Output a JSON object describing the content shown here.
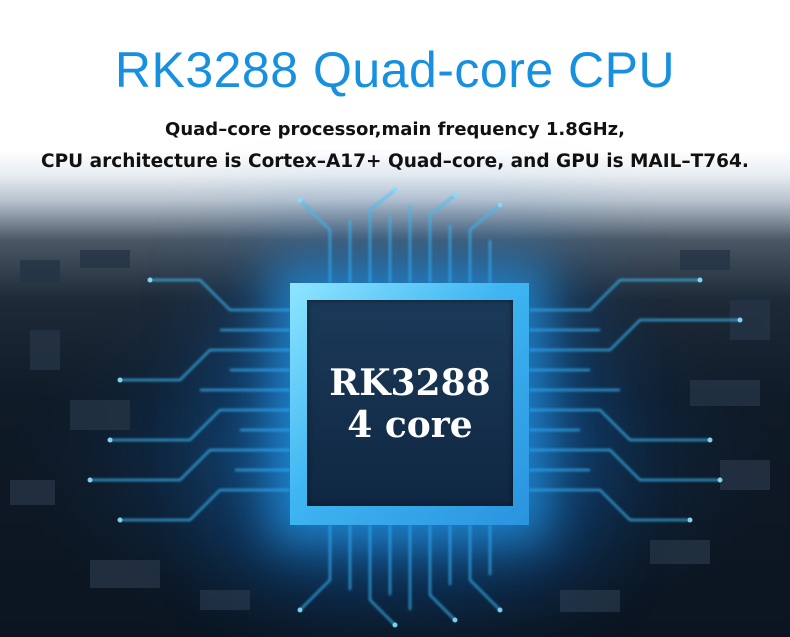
{
  "banner": {
    "title": "RK3288 Quad-core CPU",
    "subtitle_line1": "Quad–core processor,main frequency 1.8GHz,",
    "subtitle_line2": "CPU architecture is Cortex–A17+ Quad–core, and GPU is MAIL–T764."
  },
  "chip": {
    "label_line1": "RK3288",
    "label_line2": "4 core"
  },
  "colors": {
    "title": "#1790e0",
    "subtitle": "#111111",
    "trace_glow": "#3fc4ff",
    "chip_frame": "#3fb6f2",
    "chip_core": "#143250"
  },
  "icons": {
    "background": "circuit-board-icon",
    "chip": "cpu-chip-icon"
  }
}
